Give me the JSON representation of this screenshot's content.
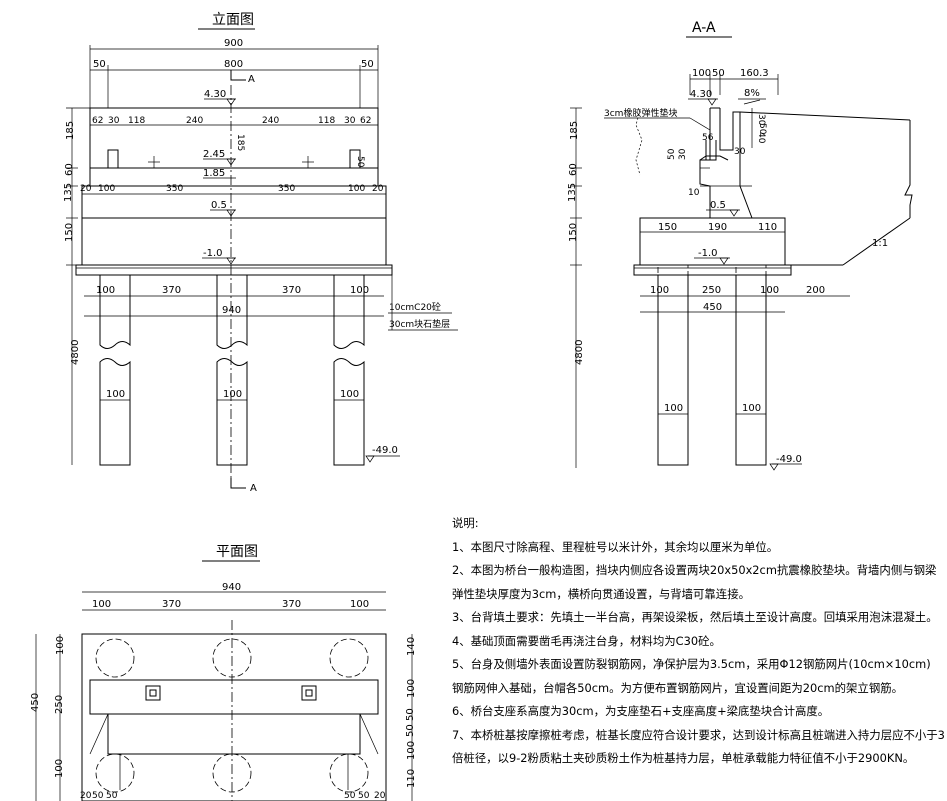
{
  "titles": {
    "elevation": "立面图",
    "section": "A-A",
    "plan": "平面图",
    "notes_heading": "说明:"
  },
  "elevation": {
    "top_dims": [
      "900",
      "800",
      "50",
      "50"
    ],
    "section_mark": "A",
    "elev_430": "4.30",
    "elev_245": "2.45",
    "elev_185": "1.85",
    "elev_05": "0.5",
    "elev_m10": "-1.0",
    "elev_m49": "-49.0",
    "row_dims": [
      "62",
      "30",
      "118",
      "240",
      "240",
      "118",
      "30",
      "62"
    ],
    "dim_185v": "185",
    "dim_50v": "50",
    "cap_dims": [
      "20",
      "100",
      "350",
      "350",
      "100",
      "20"
    ],
    "left_dims": [
      "185",
      "60",
      "135",
      "150",
      "4800"
    ],
    "foot_dims": [
      "100",
      "370",
      "370",
      "100"
    ],
    "dim_940": "940",
    "pile_dia": [
      "100",
      "100",
      "100"
    ],
    "label_c20": "10cmC20砼",
    "label_stone": "30cm块石垫层"
  },
  "section": {
    "top_dims": [
      "100",
      "50",
      "160.3"
    ],
    "elev_430": "4.30",
    "slope": "8%",
    "pad_label": "3cm橡胶弹性垫块",
    "side_dims": [
      "185",
      "60",
      "135",
      "150",
      "4800"
    ],
    "dims_small": [
      "56",
      "50",
      "30",
      "10",
      "30"
    ],
    "right_vdims": [
      "30",
      "50",
      "40"
    ],
    "elev_05": "0.5",
    "elev_m10": "-1.0",
    "elev_m49": "-49.0",
    "cap_dims": [
      "150",
      "190",
      "110"
    ],
    "foot_dims": [
      "100",
      "250",
      "100",
      "200"
    ],
    "dim_450": "450",
    "pile_dia": [
      "100",
      "100"
    ],
    "slope_ratio": "1:1"
  },
  "plan": {
    "dim_940": "940",
    "top_dims": [
      "100",
      "370",
      "370",
      "100"
    ],
    "left_dims": [
      "100",
      "250",
      "100"
    ],
    "dim_450": "450",
    "right_dims": [
      "140",
      "100",
      "50",
      "50",
      "100",
      "110"
    ],
    "bottom_left": [
      "20",
      "50",
      "50"
    ],
    "bottom_right": [
      "50",
      "50",
      "20"
    ]
  },
  "notes": [
    "1、本图尺寸除高程、里程桩号以米计外，其余均以厘米为单位。",
    "2、本图为桥台一般构造图，挡块内侧应各设置两块20x50x2cm抗震橡胶垫块。背墙内侧与钢梁",
    "弹性垫块厚度为3cm，横桥向贯通设置，与背墙可靠连接。",
    "3、台背填土要求：先填土一半台高，再架设梁板，然后填土至设计高度。回填采用泡沫混凝土。",
    "4、基础顶面需要凿毛再浇注台身，材料均为C30砼。",
    "5、台身及侧墙外表面设置防裂钢筋网，净保护层为3.5cm，采用Φ12钢筋网片(10cm×10cm)",
    "   钢筋网伸入基础，台帽各50cm。为方便布置钢筋网片，宜设置间距为20cm的架立钢筋。",
    "6、桥台支座系高度为30cm，为支座垫石+支座高度+梁底垫块合计高度。",
    "7、本桥桩基按摩擦桩考虑，桩基长度应符合设计要求，达到设计标高且桩端进入持力层应不小于3.",
    "倍桩径，以9-2粉质粘土夹砂质粉土作为桩基持力层，单桩承载能力特征值不小于2900KN。"
  ]
}
